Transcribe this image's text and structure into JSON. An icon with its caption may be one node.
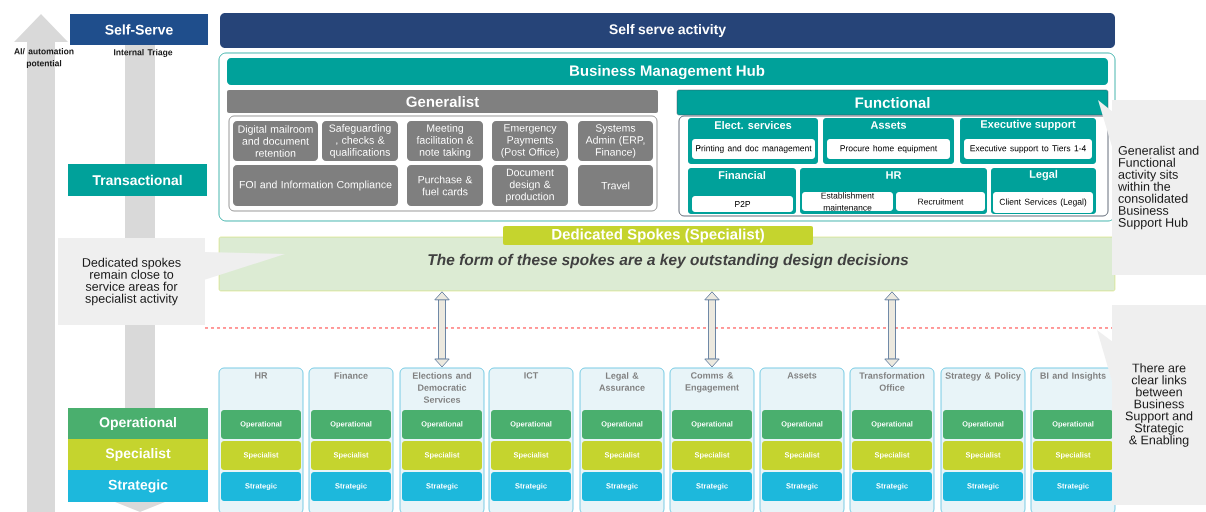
{
  "diagram": {
    "nodes": [
      {
        "text": [
          "Self-Serve"
        ]
      },
      {
        "text": [
          "Self serve activity"
        ]
      },
      {
        "text": [
          "Business Management Hub"
        ]
      },
      {
        "text": [
          "Generalist"
        ],
        "in": 2
      },
      {
        "text": [
          "Digital mailroom and document retention"
        ],
        "in": 3
      },
      {
        "text": [
          "Safeguarding , checks & qualifications"
        ],
        "in": 3
      },
      {
        "text": [
          "Meeting facilitation & note taking"
        ],
        "in": 3
      },
      {
        "text": [
          "Emergency Payments (Post Office)"
        ],
        "in": 3
      },
      {
        "text": [
          "Systems Admin (ERP, Finance)"
        ],
        "in": 3
      },
      {
        "text": [
          "FOI and Information Compliance"
        ],
        "in": 3
      },
      {
        "text": [
          "Purchase & fuel cards"
        ],
        "in": 3
      },
      {
        "text": [
          "Document design & production"
        ],
        "in": 3
      },
      {
        "text": [
          "Travel"
        ],
        "in": 3
      },
      {
        "text": [
          "Functional"
        ],
        "in": 2
      },
      {
        "text": [
          "Elect. services"
        ],
        "in": 13
      },
      {
        "text": [
          "Printing and doc management"
        ],
        "in": 14
      },
      {
        "text": [
          "Assets"
        ],
        "in": 13
      },
      {
        "text": [
          "Procure home equipment"
        ],
        "in": 16
      },
      {
        "text": [
          "Executive support"
        ],
        "in": 13
      },
      {
        "text": [
          "Executive support to Tiers 1-4"
        ],
        "in": 18
      },
      {
        "text": [
          "Financial"
        ],
        "in": 13
      },
      {
        "text": [
          "P2P"
        ],
        "in": 20
      },
      {
        "text": [
          "HR"
        ],
        "in": 13
      },
      {
        "text": [
          "Establishment maintenance"
        ],
        "in": 22
      },
      {
        "text": [
          "Recruitment"
        ],
        "in": 22
      },
      {
        "text": [
          "Legal"
        ],
        "in": 13
      },
      {
        "text": [
          "Client Services (Legal)"
        ],
        "in": 25
      },
      {
        "text": [
          "Generalist and Functional activity sits within the consolidated Business Support Hub"
        ]
      },
      {
        "text": [
          "Transactional"
        ]
      },
      {
        "text": [
          "Dedicated Spokes (Specialist)",
          "The form of these spokes are a key outstanding design decisions"
        ]
      },
      {
        "text": [
          "Dedicated spokes remain close to service areas for specialist activity"
        ]
      },
      {
        "text": [
          "There are clear links between Business Support and Strategic & Enabling"
        ]
      },
      {
        "text": [
          "Operational"
        ]
      },
      {
        "text": [
          "Specialist"
        ]
      },
      {
        "text": [
          "Strategic"
        ]
      },
      {
        "text": [
          "HR"
        ]
      },
      {
        "text": [
          "Operational"
        ],
        "in": 35
      },
      {
        "text": [
          "Specialist"
        ],
        "in": 35
      },
      {
        "text": [
          "Strategic"
        ],
        "in": 35
      },
      {
        "text": [
          "Finance"
        ]
      },
      {
        "text": [
          "Operational"
        ],
        "in": 39
      },
      {
        "text": [
          "Specialist"
        ],
        "in": 39
      },
      {
        "text": [
          "Strategic"
        ],
        "in": 39
      },
      {
        "text": [
          "Elections and Democratic Services"
        ]
      },
      {
        "text": [
          "Operational"
        ],
        "in": 43
      },
      {
        "text": [
          "Specialist"
        ],
        "in": 43
      },
      {
        "text": [
          "Strategic"
        ],
        "in": 43
      },
      {
        "text": [
          "ICT"
        ]
      },
      {
        "text": [
          "Operational"
        ],
        "in": 47
      },
      {
        "text": [
          "Specialist"
        ],
        "in": 47
      },
      {
        "text": [
          "Strategic"
        ],
        "in": 47
      },
      {
        "text": [
          "Legal & Assurance"
        ]
      },
      {
        "text": [
          "Operational"
        ],
        "in": 51
      },
      {
        "text": [
          "Specialist"
        ],
        "in": 51
      },
      {
        "text": [
          "Strategic"
        ],
        "in": 51
      },
      {
        "text": [
          "Comms & Engagement"
        ]
      },
      {
        "text": [
          "Operational"
        ],
        "in": 55
      },
      {
        "text": [
          "Specialist"
        ],
        "in": 55
      },
      {
        "text": [
          "Strategic"
        ],
        "in": 55
      },
      {
        "text": [
          "Assets"
        ]
      },
      {
        "text": [
          "Operational"
        ],
        "in": 59
      },
      {
        "text": [
          "Specialist"
        ],
        "in": 59
      },
      {
        "text": [
          "Strategic"
        ],
        "in": 59
      },
      {
        "text": [
          "Transformation Office"
        ]
      },
      {
        "text": [
          "Operational"
        ],
        "in": 63
      },
      {
        "text": [
          "Specialist"
        ],
        "in": 63
      },
      {
        "text": [
          "Strategic"
        ],
        "in": 63
      },
      {
        "text": [
          "Strategy & Policy"
        ]
      },
      {
        "text": [
          "Operational"
        ],
        "in": 67
      },
      {
        "text": [
          "Specialist"
        ],
        "in": 67
      },
      {
        "text": [
          "Strategic"
        ],
        "in": 67
      },
      {
        "text": [
          "BI and Insights"
        ]
      },
      {
        "text": [
          "Operational"
        ],
        "in": 71
      },
      {
        "text": [
          "Specialist"
        ],
        "in": 71
      },
      {
        "text": [
          "Strategic"
        ],
        "in": 71
      }
    ],
    "edges": [
      {
        "from": 29,
        "to": 43,
        "arrow": "both"
      },
      {
        "from": 29,
        "to": 55,
        "arrow": "both"
      },
      {
        "from": 29,
        "to": 63,
        "arrow": "both"
      }
    ],
    "labels": [
      "AI/ automation potential",
      "Internal Triage"
    ]
  }
}
